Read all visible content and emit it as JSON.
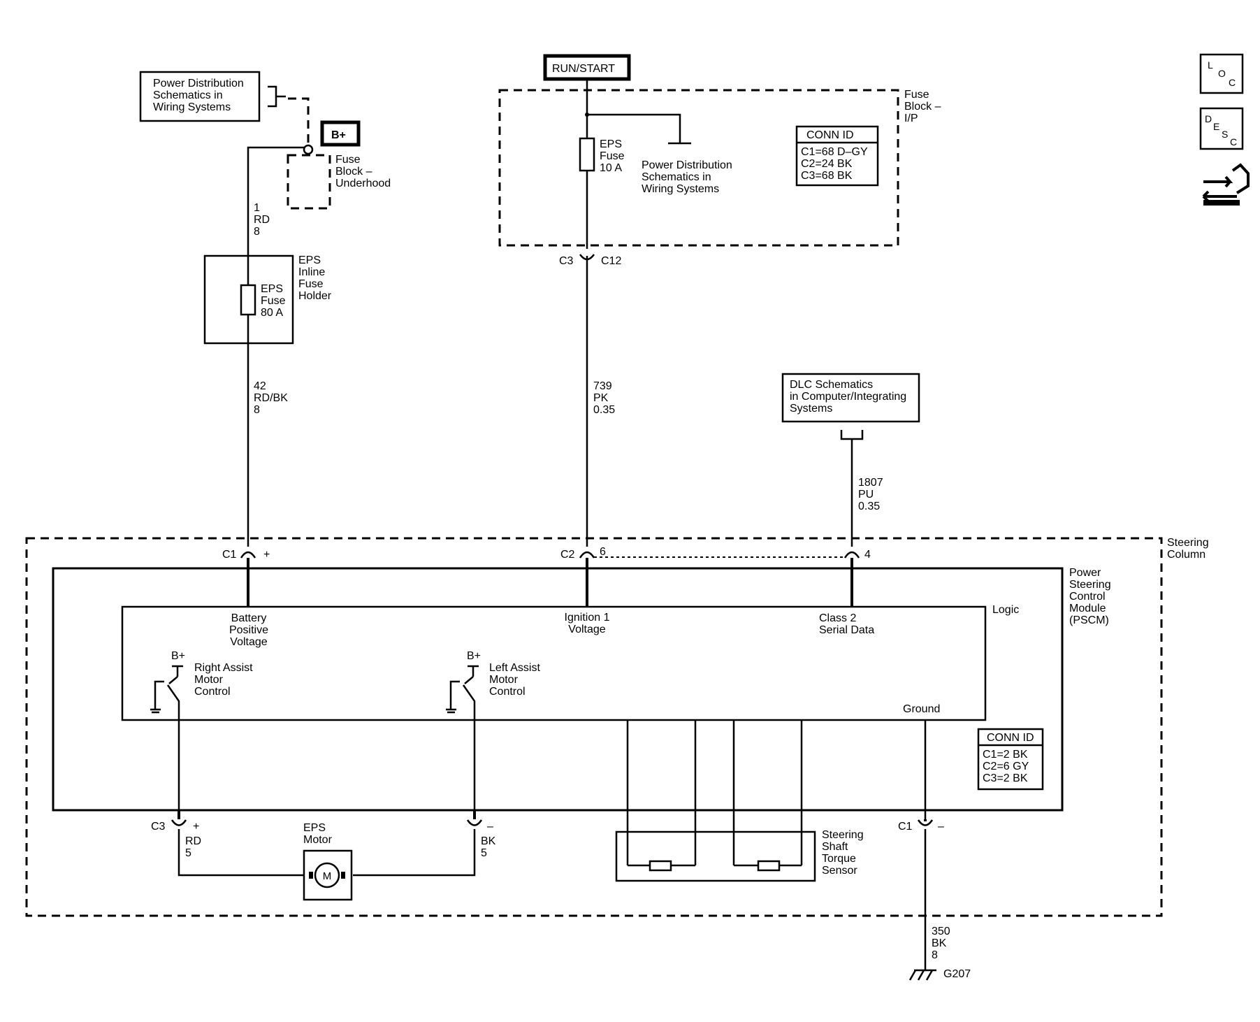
{
  "labels": {
    "pwr_dist_box": [
      "Power Distribution",
      "Schematics in",
      "Wiring Systems"
    ],
    "bplus_main": "B+",
    "fuse_block_underhood": [
      "Fuse",
      "Block –",
      "Underhood"
    ],
    "wire1": [
      "1",
      "RD",
      "8"
    ],
    "eps_inline": [
      "EPS",
      "Inline",
      "Fuse",
      "Holder"
    ],
    "eps_fuse_80": [
      "EPS",
      "Fuse",
      "80 A"
    ],
    "wire42": [
      "42",
      "RD/BK",
      "8"
    ],
    "run_start": "RUN/START",
    "fuse_block_ip": [
      "Fuse",
      "Block –",
      "I/P"
    ],
    "eps_fuse_10": [
      "EPS",
      "Fuse",
      "10 A"
    ],
    "pwr_dist_ip": [
      "Power Distribution",
      "Schematics in",
      "Wiring Systems"
    ],
    "conn_id_ip_title": "CONN ID",
    "conn_id_ip_rows": [
      "C1=68 D–GY",
      "C2=24 BK",
      "C3=68 BK"
    ],
    "c3": "C3",
    "c12": "C12",
    "wire739": [
      "739",
      "PK",
      "0.35"
    ],
    "dlc_box": [
      "DLC Schematics",
      "in Computer/Integrating",
      "Systems"
    ],
    "wire1807": [
      "1807",
      "PU",
      "0.35"
    ],
    "steering_column": [
      "Steering",
      "Column"
    ],
    "c1_pin": "C1",
    "plus": "+",
    "c2_pin": "C2",
    "pin6": "6",
    "pin4": "4",
    "pscm": [
      "Power",
      "Steering",
      "Control",
      "Module",
      "(PSCM)"
    ],
    "logic": "Logic",
    "battery_pos": [
      "Battery",
      "Positive",
      "Voltage"
    ],
    "ignition": [
      "Ignition 1",
      "Voltage"
    ],
    "class2": [
      "Class 2",
      "Serial Data"
    ],
    "bplus_small": "B+",
    "right_assist": [
      "Right Assist",
      "Motor",
      "Control"
    ],
    "left_assist": [
      "Left Assist",
      "Motor",
      "Control"
    ],
    "ground": "Ground",
    "conn_id_pscm_title": "CONN ID",
    "conn_id_pscm_rows": [
      "C1=2 BK",
      "C2=6 GY",
      "C3=2 BK"
    ],
    "c3_bottom": "C3",
    "plus_bottom": "+",
    "wire_rd5": [
      "RD",
      "5"
    ],
    "eps_motor": [
      "EPS",
      "Motor"
    ],
    "motor_m": "M",
    "minus": "–",
    "wire_bk5": [
      "BK",
      "5"
    ],
    "steering_sensor": [
      "Steering",
      "Shaft",
      "Torque",
      "Sensor"
    ],
    "c1_bottom": "C1",
    "minus_c1": "–",
    "wire350": [
      "350",
      "BK",
      "8"
    ],
    "g207": "G207",
    "loc": [
      "L",
      "O",
      "C"
    ],
    "desc": [
      "D",
      "E",
      "S",
      "C"
    ]
  }
}
